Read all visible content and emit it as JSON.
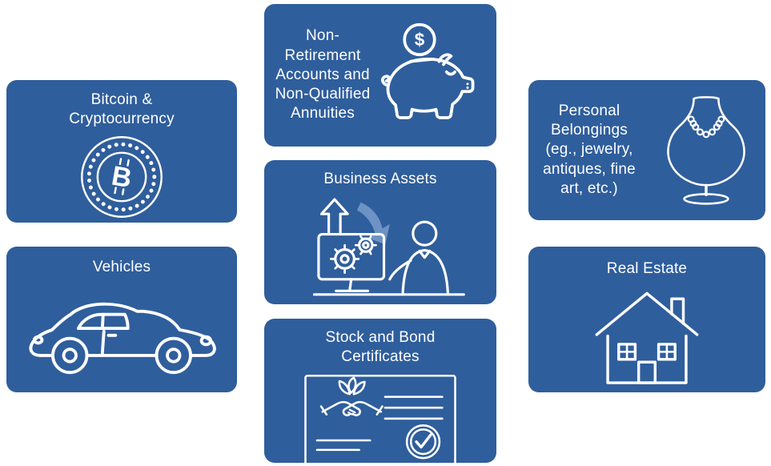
{
  "colors": {
    "card_background": "#2f5e9c",
    "text": "#ffffff",
    "arrow_fill": "#6d92c4",
    "page_background": "#ffffff"
  },
  "cards": {
    "non_retirement": {
      "title": "Non-Retirement Accounts and Non-Qualified Annuities",
      "icon": "piggy-bank-icon"
    },
    "bitcoin": {
      "title": "Bitcoin & Cryptocurrency",
      "icon": "bitcoin-coin-icon"
    },
    "personal": {
      "title": "Personal Belongings (eg., jewelry, antiques, fine art, etc.)",
      "icon": "jewelry-necklace-icon"
    },
    "business": {
      "title": "Business Assets",
      "icon": "person-computer-icon"
    },
    "vehicles": {
      "title": "Vehicles",
      "icon": "car-icon"
    },
    "real_estate": {
      "title": "Real Estate",
      "icon": "house-icon"
    },
    "stock_bond": {
      "title": "Stock and Bond Certificates",
      "icon": "certificate-icon"
    }
  }
}
